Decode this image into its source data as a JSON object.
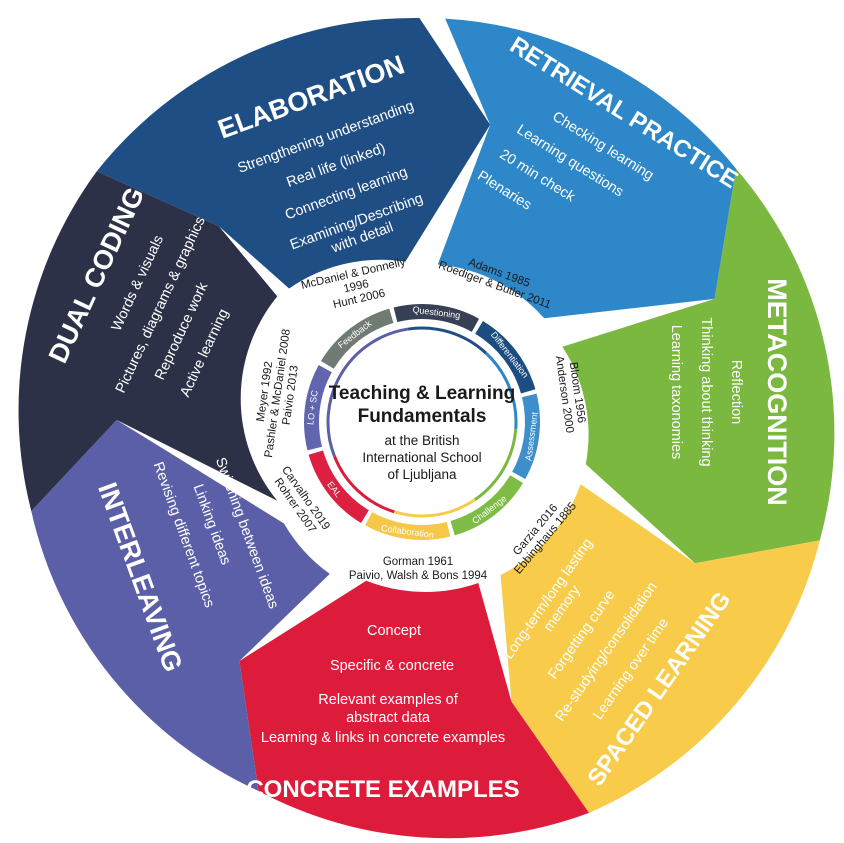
{
  "center": {
    "title_line1": "Teaching & Learning",
    "title_line2": "Fundamentals",
    "sub_line1": "at the British",
    "sub_line2": "International School",
    "sub_line3": "of Ljubljana"
  },
  "segments": {
    "elaboration": {
      "title": "ELABORATION",
      "color": "#1f4e85",
      "items": [
        "Strengthening understanding",
        "Real life (linked)",
        "Connecting learning",
        "Examining/Describing",
        "with detail"
      ]
    },
    "retrieval": {
      "title": "RETRIEVAL PRACTICE",
      "color": "#2d87c8",
      "items": [
        "Checking learning",
        "Learning questions",
        "20 min check",
        "Plenaries"
      ]
    },
    "metacognition": {
      "title": "METACOGNITION",
      "color": "#7ab83f",
      "items": [
        "Reflection",
        "Thinking about thinking",
        "Learning taxonomies"
      ]
    },
    "spaced": {
      "title": "SPACED LEARNING",
      "color": "#f8cb4a",
      "items": [
        "Long-term/long lasting",
        "memory",
        "Forgetting curve",
        "Re-studying/consolidation",
        "Learning over time"
      ]
    },
    "concrete": {
      "title": "CONCRETE EXAMPLES",
      "color": "#dd1c3c",
      "items": [
        "Concept",
        "Specific & concrete",
        "Relevant examples of",
        "abstract data",
        "Learning & links in concrete examples"
      ]
    },
    "interleaving": {
      "title": "INTERLEAVING",
      "color": "#5b5fa8",
      "items": [
        "Switching between ideas",
        "Linking ideas",
        "Revising different topics"
      ]
    },
    "dual": {
      "title": "DUAL CODING",
      "color": "#2d3148",
      "items": [
        "Words & visuals",
        "Pictures, diagrams & graphics",
        "Reproduce work",
        "Active learning"
      ]
    }
  },
  "references": {
    "elaboration": [
      "McDaniel & Donnelly",
      "1996",
      "Hunt 2006"
    ],
    "retrieval": [
      "Adams 1985",
      "Roediger & Butler 2011"
    ],
    "metacognition": [
      "Bloom 1956",
      "Anderson 2000"
    ],
    "spaced": [
      "Garzia 2016",
      "Ebbinghaus 1885"
    ],
    "concrete": [
      "Gorman 1961",
      "Paivio, Walsh & Bons 1994"
    ],
    "interleaving": [
      "Carvalho 2019",
      "Rohrer 2007"
    ],
    "dual": [
      "Meyer 1992",
      "Pashler & McDaniel 2008",
      "Paivio 2013"
    ]
  },
  "ring": [
    {
      "label": "Feedback",
      "color": "#707b73"
    },
    {
      "label": "Questioning",
      "color": "#384055"
    },
    {
      "label": "Differentiation",
      "color": "#1c4d80"
    },
    {
      "label": "Assessment",
      "color": "#3d8fcc"
    },
    {
      "label": "Challenge",
      "color": "#7fbc46"
    },
    {
      "label": "Collaboration",
      "color": "#f5c84a"
    },
    {
      "label": "EAL",
      "color": "#dd1f41"
    },
    {
      "label": "LO + SC",
      "color": "#6165ad"
    }
  ]
}
